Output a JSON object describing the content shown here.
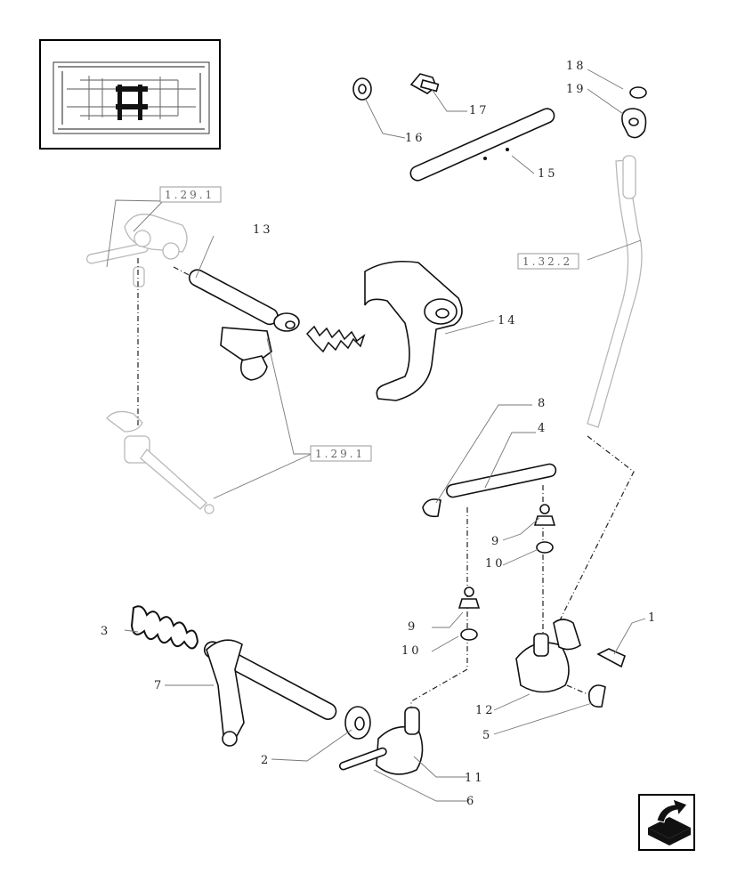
{
  "callouts": [
    "1",
    "2",
    "3",
    "4",
    "5",
    "6",
    "7",
    "8",
    "9",
    "9",
    "10",
    "10",
    "11",
    "12",
    "13",
    "14",
    "15",
    "16",
    "17",
    "18",
    "19"
  ],
  "refs": [
    "1.29.1",
    "1.29.1",
    "1.32.2"
  ],
  "icons": {
    "thumbnail": "transmission-cutaway-thumbnail",
    "nav": "next-page-arrow-icon"
  }
}
